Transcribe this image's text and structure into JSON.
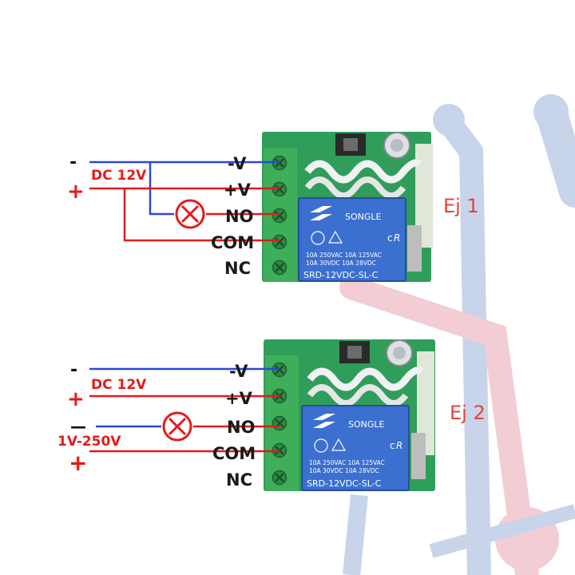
{
  "colors": {
    "wire_blue": "#2c49d6",
    "wire_red": "#e21b1b",
    "pcb_green": "#2f9e5a",
    "terminal_green": "#3fae5a",
    "relay_blue": "#3b6fd0",
    "watermark_blue": "#b9c9e3",
    "watermark_red": "#f1c3cc",
    "label_red": "#e0463c"
  },
  "pin_labels": [
    "-V",
    "+V",
    "NO",
    "COM",
    "NC"
  ],
  "relay": {
    "brand": "SONGLE",
    "spec_line_1": "10A 250VAC  10A 125VAC",
    "spec_line_2": "10A  30VDC  10A  28VDC",
    "model": "SRD-12VDC-SL-C"
  },
  "diagram_1": {
    "tag": "Ej 1",
    "minus_sign": "-",
    "plus_sign": "+",
    "supply_label": "DC 12V"
  },
  "diagram_2": {
    "tag": "Ej 2",
    "minus_sign": "-",
    "plus_sign": "+",
    "supply_label": "DC 12V",
    "load_minus_sign": "—",
    "load_plus_sign": "+",
    "load_supply_label": "1V-250V"
  }
}
